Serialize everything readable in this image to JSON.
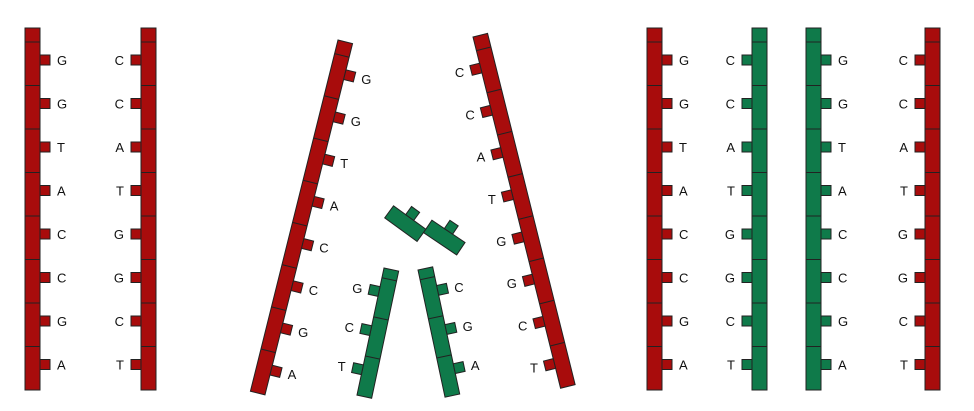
{
  "colors": {
    "parent": "#a80c0c",
    "new": "#0f7a4a",
    "outline": "#222222"
  },
  "original_dna": {
    "left_strand": [
      "G",
      "G",
      "T",
      "A",
      "C",
      "C",
      "G",
      "A"
    ],
    "right_strand": [
      "C",
      "C",
      "A",
      "T",
      "G",
      "G",
      "C",
      "T"
    ]
  },
  "replication_fork": {
    "left_parent": [
      "G",
      "G",
      "T",
      "A",
      "C",
      "C",
      "G",
      "A"
    ],
    "right_parent": [
      "C",
      "C",
      "A",
      "T",
      "G",
      "G",
      "C",
      "T"
    ],
    "new_on_left": [
      "G",
      "C",
      "T"
    ],
    "new_on_right": [
      "C",
      "G",
      "A"
    ]
  },
  "daughter_1": {
    "parent_strand": [
      "G",
      "G",
      "T",
      "A",
      "C",
      "C",
      "G",
      "A"
    ],
    "new_strand": [
      "C",
      "C",
      "A",
      "T",
      "G",
      "G",
      "C",
      "T"
    ]
  },
  "daughter_2": {
    "new_strand": [
      "G",
      "G",
      "T",
      "A",
      "C",
      "C",
      "G",
      "A"
    ],
    "parent_strand": [
      "C",
      "C",
      "A",
      "T",
      "G",
      "G",
      "C",
      "T"
    ]
  }
}
